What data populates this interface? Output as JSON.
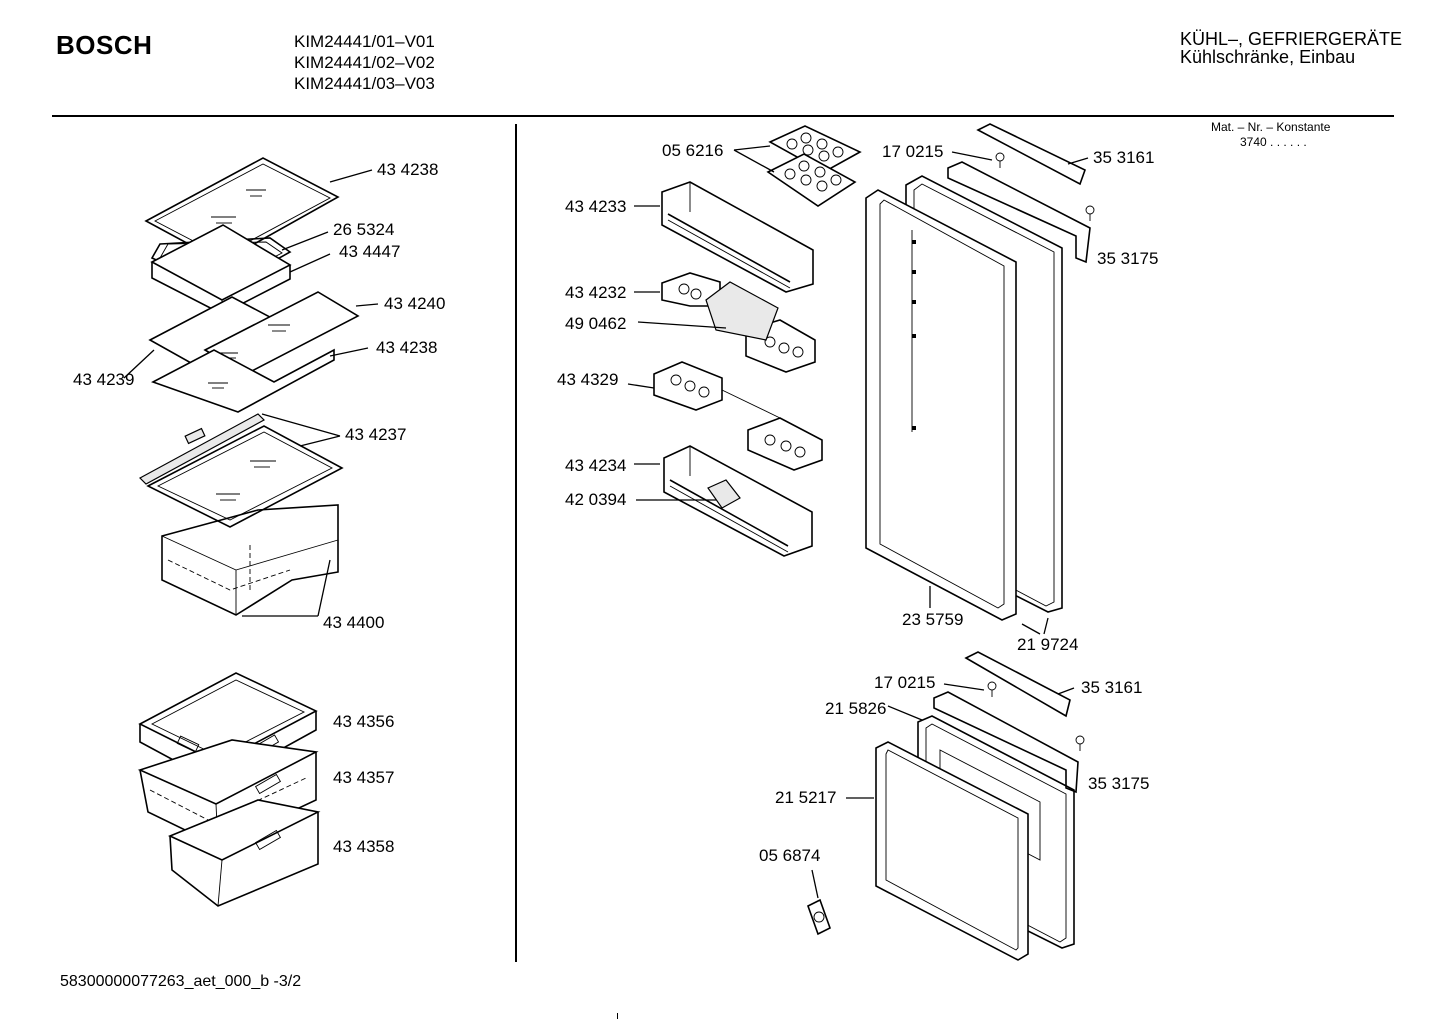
{
  "header": {
    "brand": "BOSCH",
    "models": [
      "KIM24441/01–V01",
      "KIM24441/02–V02",
      "KIM24441/03–V03"
    ],
    "category_line1": "KÜHL–, GEFRIERGERÄTE",
    "category_line2": "Kühlschränke, Einbau"
  },
  "mat_nr": {
    "label": "Mat. – Nr. – Konstante",
    "value": "3740 .  .  .  .  .  ."
  },
  "footer": {
    "doc_id": "58300000077263_aet_000_b  -3/2"
  },
  "part_labels": [
    "43 4238",
    "26 5324",
    "43 4447",
    "43 4240",
    "43 4238",
    "43 4239",
    "43 4237",
    "43 4400",
    "43 4356",
    "43 4357",
    "43 4358",
    "05 6216",
    "43 4233",
    "43 4232",
    "49 0462",
    "43 4329",
    "43 4234",
    "42 0394",
    "17 0215",
    "35 3161",
    "35 3175",
    "23 5759",
    "21 9724",
    "17 0215",
    "35 3161",
    "21 5826",
    "35 3175",
    "21 5217",
    "05 6874"
  ]
}
